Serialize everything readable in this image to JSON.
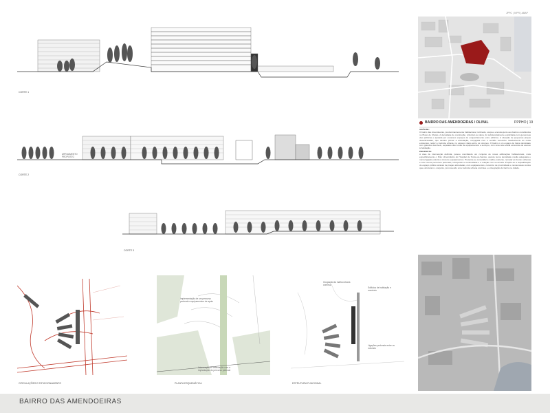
{
  "header": {
    "code": "JPPC | IVPR | ABAP"
  },
  "footer": {
    "title": "BAIRRO DAS AMENDOEIRAS"
  },
  "project": {
    "title": "BAIRRO DAS AMENDOEIRAS / OLIVAL",
    "sheet": "PPPHO | 19",
    "accent": "#9a1a1a"
  },
  "description": {
    "analysis_heading": "ANÁLISE:",
    "analysis_text": "O bairro das Amendoeiras, predominantemente habitacional, inclinado, ocupa a encosta junto aos bairros constituídos no Plano de Chelas. A densidade de construção, principal ou plana, foi substancialmente explicitada com generosas vias públicas e apoiada por escassos espaços de enquadramento entre edifícios. A situação de pequenas praças desarticuladas, que deviam primar a articulação, conjugada com o sentido recessivo relativamente às cotas existentes, reduz a vivência urbana, no espaço criado entre os volumes. O bairro é um espaço de baixa densidade com grandes desníveis, separado das zonas de equipamentos e serviços, com uma rede viária excessiva de acesso à habitação.",
    "proposal_heading": "PROPOSTA:",
    "proposal_text": "A área de intervenção definida, parece conciliando um conjunto de novas edificações habitacionais, mais especificamente o Polo Universitário do Hospital de Todos-os-Santos, aposta numa densidade média adequada e numa ligação estreita à zona de equipamentos. Pretende-se consolidar a malha existente, rematar as frentes urbanas e criar novos percursos pedonais, reforçando a continuidade e a relação com a encosta. Propõe-se a requalificação do espaço público através de praças articuladas, com equipamentos, comércio de proximidade e novas áreas verdes que estruturam o conjunto, promovendo uma vivência urbana contínua e a integração do bairro na cidade."
  },
  "sections": [
    {
      "caption": "CORTE 1"
    },
    {
      "caption": "CORTE 2",
      "note": "ARRUAMENTO PROPOSTO"
    },
    {
      "caption": "CORTE 3"
    }
  ],
  "plans": [
    {
      "caption": "CIRCULAÇÕES E ESTACIONAMENTO"
    },
    {
      "caption": "PLANTA ESQUEMÁTICA",
      "notes": [
        "Implementação de um percurso pedonal e equipamentos de apoio",
        "Intervenção de articulação com a implantação do percurso pedonal"
      ]
    },
    {
      "caption": "ESTRUTURA FUNCIONAL",
      "notes": [
        "Ocupação da malha urbana contínua",
        "Edifícios de habitação e comércio",
        "Ligações pedonais entre os volumes"
      ]
    }
  ]
}
